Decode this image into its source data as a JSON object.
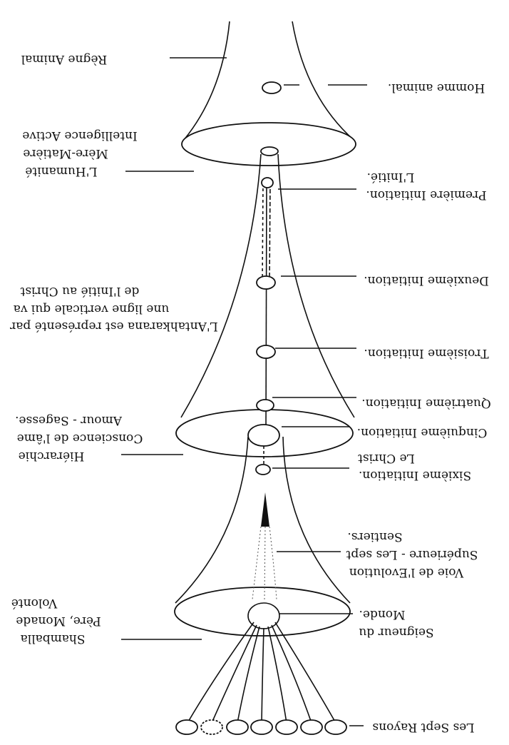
{
  "labels": {
    "regne_animal": "Règne Animal",
    "homme_animal": "Homme animal.",
    "intelligence_active": "Intelligence Active",
    "mere_matiere": "Mère-Matière",
    "humanite": "L'Humanité",
    "initie": "L'Initié.",
    "premiere_initiation": "Première Initiation.",
    "deuxieme_initiation": "Deuxième Initiation.",
    "antah_line1": "de l'Initié au Christ",
    "antah_line2": "une ligne verticale qui va",
    "antah_line3": "L'Antahkarana est représenté par",
    "troisieme_initiation": "Troisième Initiation.",
    "quatrieme_initiation": "Quatrième Initiation.",
    "amour_sagesse": "Amour - Sagesse.",
    "conscience_ame": "Conscience de l'âme",
    "hierarchie": "Hiérarchie",
    "cinquieme_initiation": "Cinquième Initiation.",
    "le_christ": "Le Christ",
    "sixieme_initiation": "Sixième Initiation.",
    "sentiers": "Sentiers.",
    "superieure": "Supérieure - Les sept",
    "voie_evolution": "Voie de l'Evolution",
    "volonte": "Volonté",
    "pere_monade": "Père, Monade",
    "shamballa": "Shamballa",
    "monde": "Monde.",
    "seigneur_du": "Seigneur du",
    "sept_rayons": "Les Sept Rayons"
  }
}
